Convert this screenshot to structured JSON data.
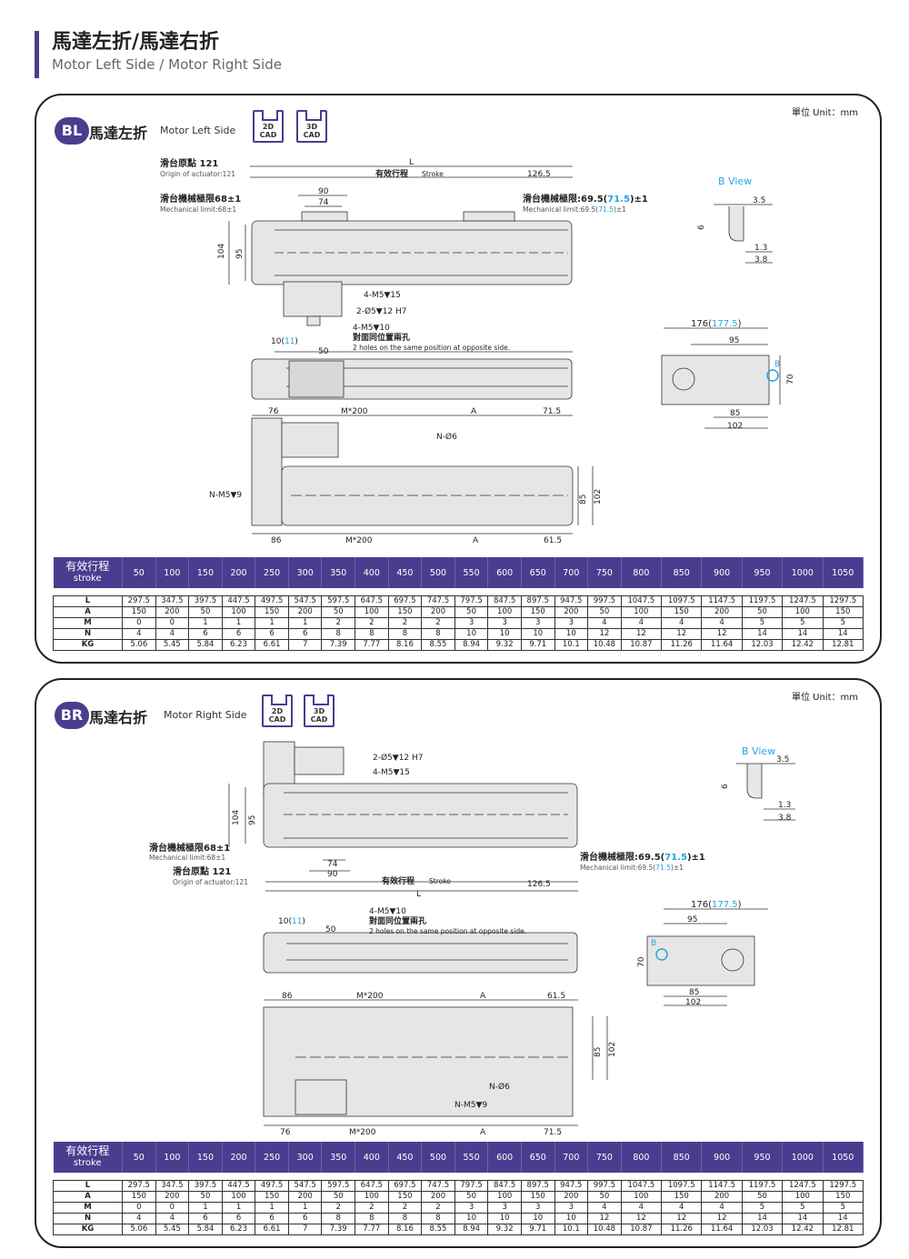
{
  "header": {
    "title_zh": "馬達左折/馬達右折",
    "title_en": "Motor Left Side / Motor Right Side"
  },
  "colors": {
    "accent": "#4a3d8f",
    "highlight": "#29a3e0",
    "drawing_fill": "#e6e6e6"
  },
  "panels": [
    {
      "id": "BL",
      "badge": "BL",
      "title_zh": "馬達左折",
      "title_en": "Motor Left Side",
      "unit": "單位 Unit：mm",
      "cad_2d": "2D",
      "cad_3d": "3D",
      "cad_label": "CAD",
      "labels": {
        "origin_zh": "滑台原點 121",
        "origin_en": "Origin of actuator:121",
        "mech_left_zh": "滑台機械極限68±1",
        "mech_left_en": "Mechanical limit:68±1",
        "mech_right_zh_a": "滑台機械極限:69.5(",
        "mech_right_zh_b": "71.5",
        "mech_right_zh_c": ")±1",
        "mech_right_en_a": "Mechanical limit:69.5(",
        "mech_right_en_b": "71.5",
        "mech_right_en_c": ")±1",
        "L": "L",
        "stroke_zh": "有效行程",
        "stroke_en": "Stroke",
        "d126": "126.5",
        "d90": "90",
        "d74": "74",
        "d104": "104",
        "d95": "95",
        "m5_15": "4-M5▼15",
        "pin": "2-Ø5▼12 H7",
        "m5_10": "4-M5▼10",
        "holes_zh": "對面同位置兩孔",
        "holes_en": "2 holes on the same position at opposite side.",
        "d10": "10(",
        "d11": "11",
        "d10c": ")",
        "d50": "50",
        "d76": "76",
        "m200": "M*200",
        "A": "A",
        "d71": "71.5",
        "nphi": "N-Ø6",
        "nm5": "N-M5▼9",
        "d85": "85",
        "d102": "102",
        "d86": "86",
        "d61": "61.5",
        "bview": "B View",
        "d35": "3.5",
        "d6": "6",
        "d13": "1.3",
        "d38": "3.8",
        "d176a": "176(",
        "d176b": "177.5",
        "d176c": ")",
        "d95b": "95",
        "d70": "70",
        "B": "B",
        "d85b": "85",
        "d102b": "102"
      }
    },
    {
      "id": "BR",
      "badge": "BR",
      "title_zh": "馬達右折",
      "title_en": "Motor Right Side",
      "unit": "單位 Unit：mm",
      "cad_2d": "2D",
      "cad_3d": "3D",
      "cad_label": "CAD",
      "labels": {
        "origin_zh": "滑台原點 121",
        "origin_en": "Origin of actuator:121",
        "mech_left_zh": "滑台機械極限68±1",
        "mech_left_en": "Mechanical limit:68±1",
        "mech_right_zh_a": "滑台機械極限:69.5(",
        "mech_right_zh_b": "71.5",
        "mech_right_zh_c": ")±1",
        "mech_right_en_a": "Mechanical limit:69.5(",
        "mech_right_en_b": "71.5",
        "mech_right_en_c": ")±1",
        "L": "L",
        "stroke_zh": "有效行程",
        "stroke_en": "Stroke",
        "d126": "126.5",
        "d90": "90",
        "d74": "74",
        "d104": "104",
        "d95": "95",
        "m5_15": "4-M5▼15",
        "pin": "2-Ø5▼12 H7",
        "m5_10": "4-M5▼10",
        "holes_zh": "對面同位置兩孔",
        "holes_en": "2 holes on the same position at opposite side.",
        "d10": "10(",
        "d11": "11",
        "d10c": ")",
        "d50": "50",
        "d76": "76",
        "m200": "M*200",
        "A": "A",
        "d71": "71.5",
        "nphi": "N-Ø6",
        "nm5": "N-M5▼9",
        "d85": "85",
        "d102": "102",
        "d86": "86",
        "d61": "61.5",
        "bview": "B View",
        "d35": "3.5",
        "d6": "6",
        "d13": "1.3",
        "d38": "3.8",
        "d176a": "176(",
        "d176b": "177.5",
        "d176c": ")",
        "d95b": "95",
        "d70": "70",
        "B": "B",
        "d85b": "85",
        "d102b": "102"
      }
    }
  ],
  "table": {
    "head_zh": "有效行程",
    "head_en": "stroke",
    "strokes": [
      "50",
      "100",
      "150",
      "200",
      "250",
      "300",
      "350",
      "400",
      "450",
      "500",
      "550",
      "600",
      "650",
      "700",
      "750",
      "800",
      "850",
      "900",
      "950",
      "1000",
      "1050"
    ],
    "rows": [
      {
        "label": "L",
        "values": [
          "297.5",
          "347.5",
          "397.5",
          "447.5",
          "497.5",
          "547.5",
          "597.5",
          "647.5",
          "697.5",
          "747.5",
          "797.5",
          "847.5",
          "897.5",
          "947.5",
          "997.5",
          "1047.5",
          "1097.5",
          "1147.5",
          "1197.5",
          "1247.5",
          "1297.5"
        ]
      },
      {
        "label": "A",
        "values": [
          "150",
          "200",
          "50",
          "100",
          "150",
          "200",
          "50",
          "100",
          "150",
          "200",
          "50",
          "100",
          "150",
          "200",
          "50",
          "100",
          "150",
          "200",
          "50",
          "100",
          "150"
        ]
      },
      {
        "label": "M",
        "values": [
          "0",
          "0",
          "1",
          "1",
          "1",
          "1",
          "2",
          "2",
          "2",
          "2",
          "3",
          "3",
          "3",
          "3",
          "4",
          "4",
          "4",
          "4",
          "5",
          "5",
          "5"
        ]
      },
      {
        "label": "N",
        "values": [
          "4",
          "4",
          "6",
          "6",
          "6",
          "6",
          "8",
          "8",
          "8",
          "8",
          "10",
          "10",
          "10",
          "10",
          "12",
          "12",
          "12",
          "12",
          "14",
          "14",
          "14"
        ]
      },
      {
        "label": "KG",
        "values": [
          "5.06",
          "5.45",
          "5.84",
          "6.23",
          "6.61",
          "7",
          "7.39",
          "7.77",
          "8.16",
          "8.55",
          "8.94",
          "9.32",
          "9.71",
          "10.1",
          "10.48",
          "10.87",
          "11.26",
          "11.64",
          "12.03",
          "12.42",
          "12.81"
        ]
      }
    ]
  }
}
